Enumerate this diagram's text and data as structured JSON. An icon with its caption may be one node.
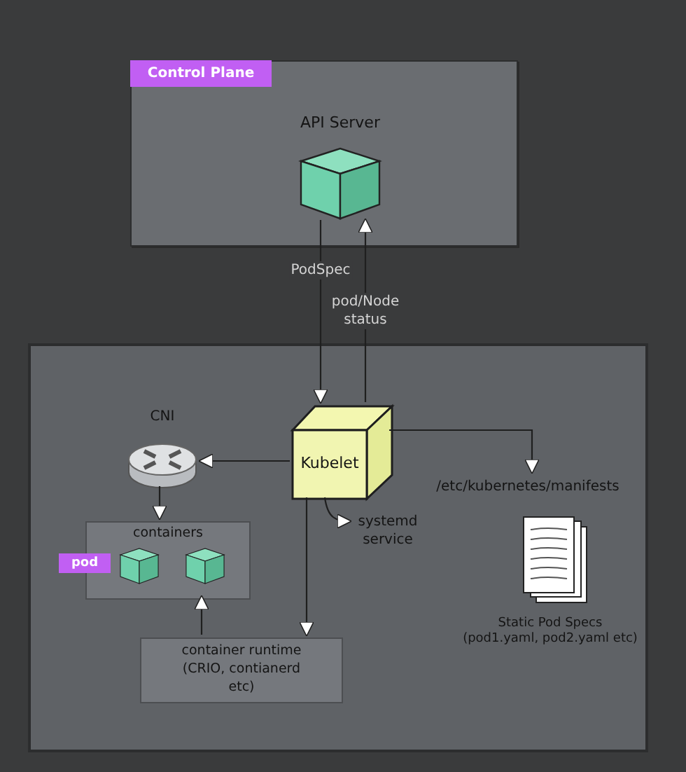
{
  "diagram": {
    "nodes": [
      {
        "text": [
          "Control Plane"
        ]
      },
      {
        "text": [
          "API Server"
        ],
        "in": 0
      },
      {
        "text": [],
        "shape": "box"
      },
      {
        "text": [
          "Kubelet"
        ],
        "in": 2
      },
      {
        "text": [
          "CNI"
        ],
        "in": 2
      },
      {
        "text": [
          "containers",
          "pod"
        ],
        "in": 2
      },
      {
        "text": [],
        "shape": "cube",
        "in": 5
      },
      {
        "text": [],
        "shape": "cube",
        "in": 5
      },
      {
        "text": [
          "container runtime (CRIO, contianerd etc)"
        ],
        "in": 2
      },
      {
        "text": [
          "/etc/kubernetes/manifests"
        ],
        "in": 2
      },
      {
        "text": [
          "Static Pod Specs (pod1.yaml, pod2.yaml etc)"
        ],
        "in": 2
      },
      {
        "text": [
          "systemd service"
        ],
        "in": 2
      }
    ],
    "edges": [
      {
        "from": 1,
        "to": 3,
        "arrow": "to",
        "label": "PodSpec"
      },
      {
        "from": 3,
        "to": 1,
        "arrow": "to",
        "label": "pod/Node status"
      },
      {
        "from": 3,
        "to": 4,
        "arrow": "to"
      },
      {
        "from": 4,
        "to": 5,
        "arrow": "to"
      },
      {
        "from": 8,
        "to": 5,
        "arrow": "to"
      },
      {
        "from": 3,
        "to": 8,
        "arrow": "to"
      },
      {
        "from": 3,
        "to": 9,
        "arrow": "to"
      },
      {
        "from": 3,
        "to": 11,
        "arrow": "to"
      }
    ]
  }
}
